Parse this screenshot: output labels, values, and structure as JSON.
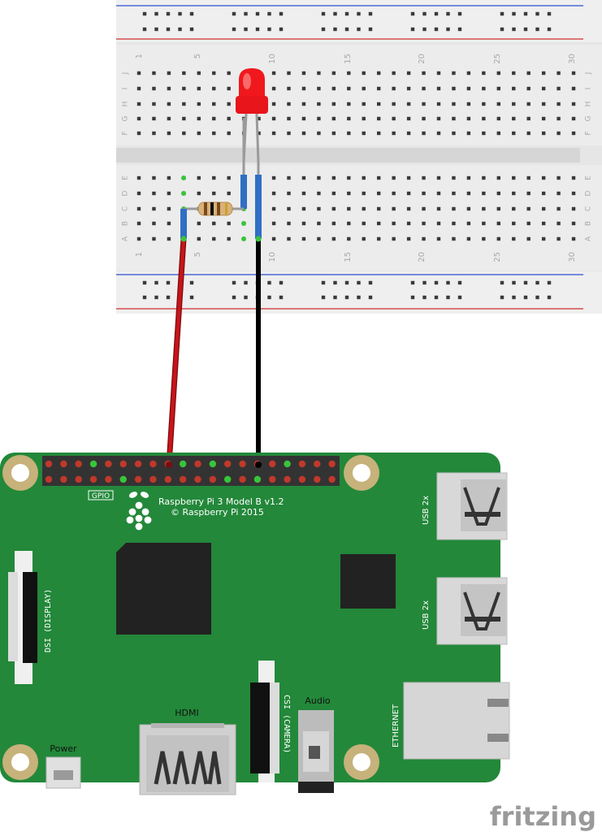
{
  "breadboard": {
    "column_numbers": [
      "1",
      "5",
      "10",
      "15",
      "20",
      "25",
      "30"
    ],
    "rows_top": [
      "J",
      "I",
      "H",
      "G",
      "F"
    ],
    "rows_bottom": [
      "E",
      "D",
      "C",
      "B",
      "A"
    ]
  },
  "board": {
    "title_line1": "Raspberry Pi 3 Model B v1.2",
    "title_line2": "© Raspberry Pi 2015",
    "gpio_label": "GPIO",
    "usb_label_1": "USB 2x",
    "usb_label_2": "USB 2x",
    "ethernet_label": "ETHERNET",
    "hdmi_label": "HDMI",
    "audio_label": "Audio",
    "power_label": "Power",
    "dsi_label": "DSI (DISPLAY)",
    "csi_label": "CSI (CAMERA)"
  },
  "watermark": "fritzing",
  "colors": {
    "breadboard": "#e8e8e8",
    "rail_blue": "#2d4fd1",
    "rail_red": "#d12d2d",
    "pcb_green": "#23883a",
    "red_wire": "#c8141a",
    "black_wire": "#111111",
    "jumper_blue": "#2f6fc4",
    "led_red": "#f0181c"
  }
}
